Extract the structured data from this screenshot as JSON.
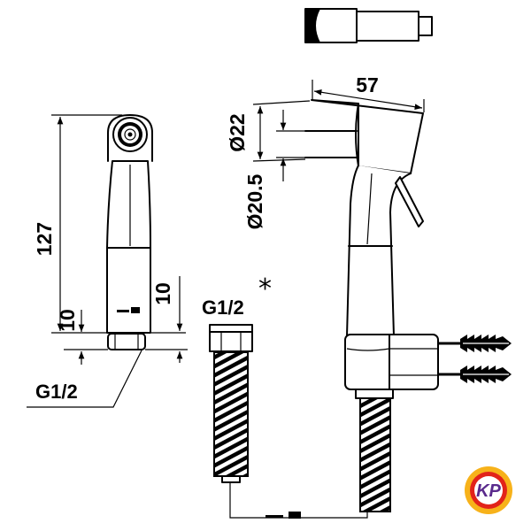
{
  "drawing": {
    "front_view": {
      "height_dimension": "127",
      "base_dimension_left": "10",
      "base_dimension_right": "10",
      "thread_label": "G1/2"
    },
    "side_view": {
      "length_dimension": "57",
      "outer_diameter": "Ø22",
      "inner_diameter": "Ø20.5"
    },
    "hose": {
      "thread_label": "G1/2",
      "note_mark": "*"
    },
    "logo": {
      "text": "KP"
    }
  },
  "colors": {
    "line": "#000000",
    "logo_outer": "#f7b21a",
    "logo_ring": "#e2231a",
    "logo_letters": "#5a2a8c"
  }
}
